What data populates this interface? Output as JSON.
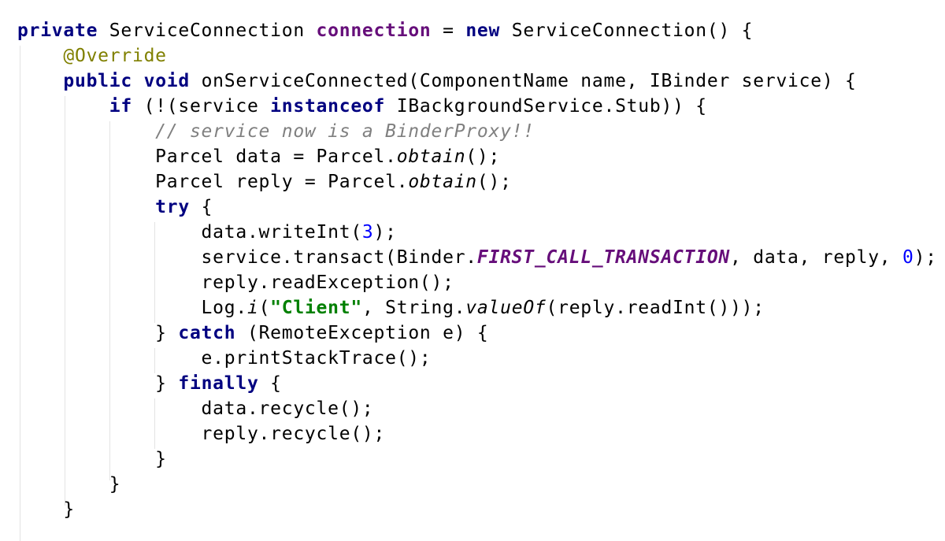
{
  "code": {
    "l1": {
      "t1": "private",
      "t2": " ServiceConnection ",
      "t3": "connection",
      "t4": " = ",
      "t5": "new",
      "t6": " ServiceConnection() {"
    },
    "l2": {
      "t1": "    ",
      "t2": "@Override"
    },
    "l3": {
      "t1": "    ",
      "t2": "public",
      "t3": " ",
      "t4": "void",
      "t5": " onServiceConnected(ComponentName name, IBinder service) {"
    },
    "l4": {
      "t1": "        ",
      "t2": "if",
      "t3": " (!(service ",
      "t4": "instanceof",
      "t5": " IBackgroundService.Stub)) {"
    },
    "l5": {
      "t1": "            ",
      "t2": "// service now is a BinderProxy!!"
    },
    "l6": {
      "t1": "            Parcel data = Parcel.",
      "t2": "obtain",
      "t3": "();"
    },
    "l7": {
      "t1": "            Parcel reply = Parcel.",
      "t2": "obtain",
      "t3": "();"
    },
    "l8": {
      "t1": "            ",
      "t2": "try",
      "t3": " {"
    },
    "l9": {
      "t1": "                data.writeInt(",
      "t2": "3",
      "t3": ");"
    },
    "l10": {
      "t1": "                service.transact(Binder.",
      "t2": "FIRST_CALL_TRANSACTION",
      "t3": ", data, reply, ",
      "t4": "0",
      "t5": ");"
    },
    "l11": {
      "t1": "                reply.readException();"
    },
    "l12": {
      "t1": "                Log.",
      "t2": "i",
      "t3": "(",
      "t4": "\"Client\"",
      "t5": ", String.",
      "t6": "valueOf",
      "t7": "(reply.readInt()));"
    },
    "l13": {
      "t1": "            } ",
      "t2": "catch",
      "t3": " (RemoteException e) {"
    },
    "l14": {
      "t1": "                e.printStackTrace();"
    },
    "l15": {
      "t1": "            } ",
      "t2": "finally",
      "t3": " {"
    },
    "l16": {
      "t1": "                data.recycle();"
    },
    "l17": {
      "t1": "                reply.recycle();"
    },
    "l18": {
      "t1": "            }"
    },
    "l19": {
      "t1": "        }"
    },
    "l20": {
      "t1": "    }"
    }
  },
  "colors": {
    "keyword": "#000080",
    "field": "#660e7a",
    "annotation": "#808000",
    "comment": "#808080",
    "string": "#008000",
    "number": "#0000ff"
  }
}
